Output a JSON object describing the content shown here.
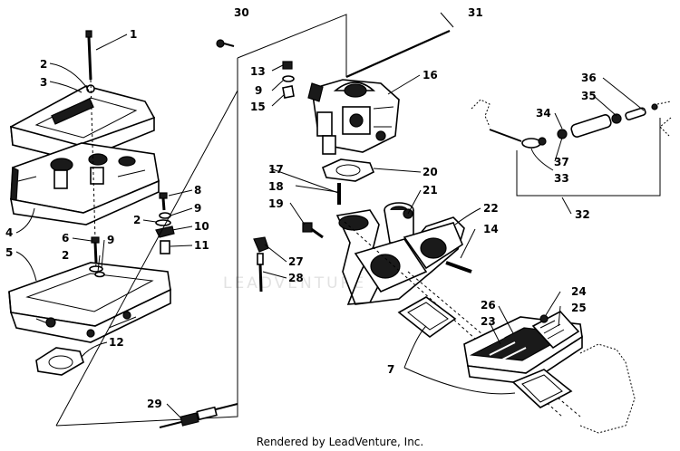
{
  "credit": "Rendered by LeadVenture, Inc.",
  "watermark": "LEADVENTURE",
  "callouts": {
    "c1": "1",
    "c2a": "2",
    "c3": "3",
    "c4": "4",
    "c5": "5",
    "c6": "6",
    "c2b": "2",
    "c9a": "9",
    "c8": "8",
    "c9b": "9",
    "c2c": "2",
    "c10": "10",
    "c11": "11",
    "c12": "12",
    "c30": "30",
    "c31": "31",
    "c13": "13",
    "c9c": "9",
    "c15": "15",
    "c16": "16",
    "c17": "17",
    "c18": "18",
    "c19": "19",
    "c20": "20",
    "c21": "21",
    "c22": "22",
    "c14": "14",
    "c27": "27",
    "c28": "28",
    "c29": "29",
    "c36": "36",
    "c35": "35",
    "c34": "34",
    "c37": "37",
    "c33": "33",
    "c32": "32",
    "c26": "26",
    "c23": "23",
    "c24": "24",
    "c25": "25",
    "c7": "7"
  }
}
